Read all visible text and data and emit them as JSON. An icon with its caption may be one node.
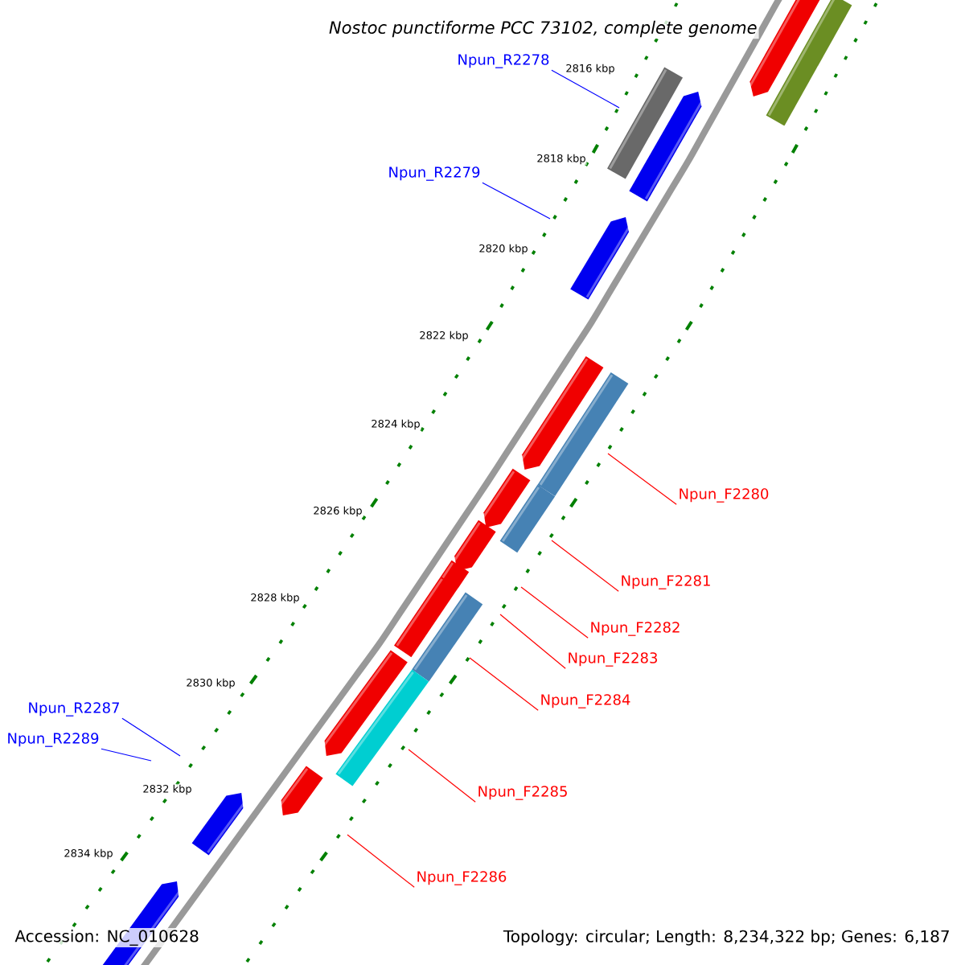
{
  "diagram": {
    "title": "Nostoc punctiforme PCC 73102, complete genome",
    "nodes": [
      {
        "text": [
          "Npun_R2278"
        ]
      },
      {
        "text": [
          "Npun_R2279"
        ]
      },
      {
        "text": [
          "Npun_F2280"
        ]
      },
      {
        "text": [
          "Npun_F2281"
        ]
      },
      {
        "text": [
          "Npun_F2282"
        ]
      },
      {
        "text": [
          "Npun_F2283"
        ]
      },
      {
        "text": [
          "Npun_F2284"
        ]
      },
      {
        "text": [
          "Npun_R2287"
        ]
      },
      {
        "text": [
          "Npun_R2289"
        ]
      },
      {
        "text": [
          "Npun_F2285"
        ]
      },
      {
        "text": [
          "Npun_F2286"
        ]
      }
    ],
    "edges": [
      {
        "from": 0,
        "to": null,
        "arrow": "none",
        "color": "#0000ff"
      },
      {
        "from": 1,
        "to": null,
        "arrow": "none",
        "color": "#0000ff"
      },
      {
        "from": 2,
        "to": null,
        "arrow": "none"
      },
      {
        "from": 3,
        "to": null,
        "arrow": "none"
      },
      {
        "from": 4,
        "to": null,
        "arrow": "none"
      },
      {
        "from": 5,
        "to": null,
        "arrow": "none"
      },
      {
        "from": 6,
        "to": null,
        "arrow": "none"
      },
      {
        "from": 7,
        "to": null,
        "arrow": "none",
        "color": "#0000ff"
      },
      {
        "from": 8,
        "to": null,
        "arrow": "none",
        "color": "#0000ff"
      },
      {
        "from": 9,
        "to": null,
        "arrow": "none"
      },
      {
        "from": 10,
        "to": null,
        "arrow": "none"
      }
    ],
    "labels": [
      "2816 kbp",
      "2818 kbp",
      "2820 kbp",
      "2822 kbp",
      "2824 kbp",
      "2826 kbp",
      "2828 kbp",
      "2830 kbp",
      "2832 kbp",
      "2834 kbp",
      "Accession: NC_010628",
      "Topology: circular; Length: 8,234,322 bp; Genes: 6,187"
    ]
  }
}
